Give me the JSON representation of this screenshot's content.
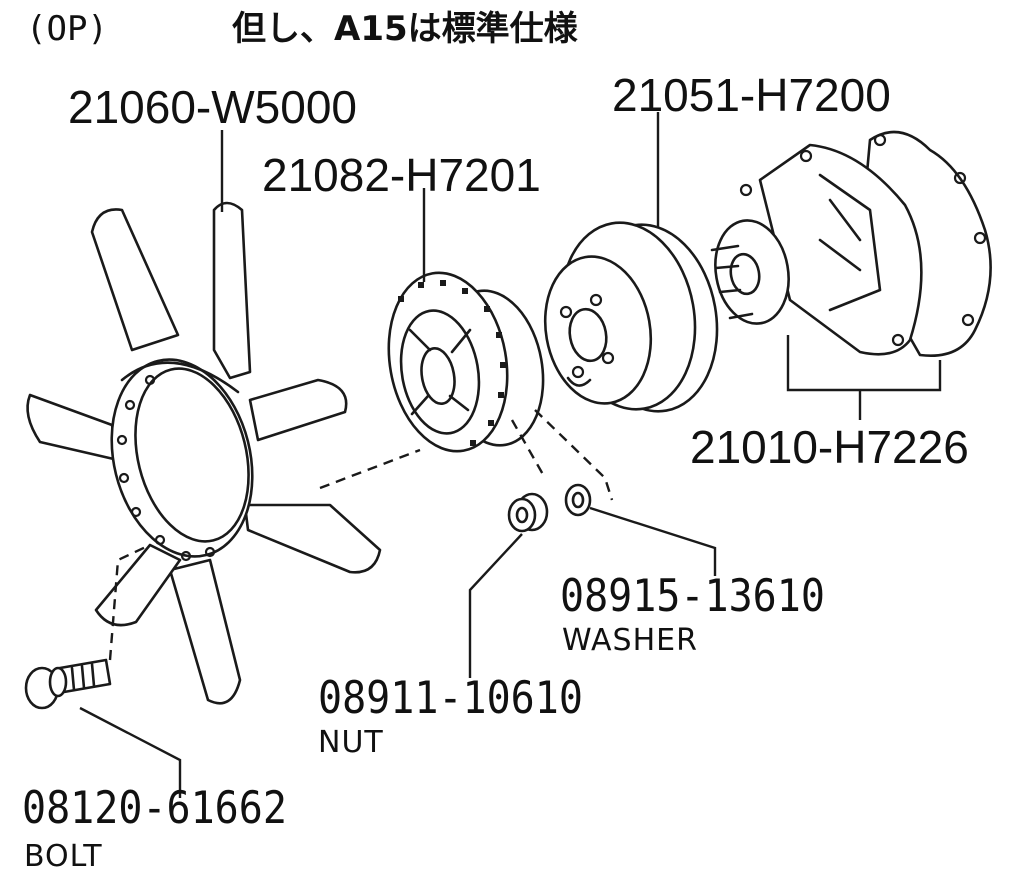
{
  "header": {
    "option_mark": "(OP)",
    "note": "但し、A15は標準仕様"
  },
  "parts": {
    "fan": {
      "number": "21060-W5000"
    },
    "fluid_coupling": {
      "number": "21082-H7201"
    },
    "pulley": {
      "number": "21051-H7200"
    },
    "water_pump": {
      "number": "21010-H7226"
    },
    "washer": {
      "number": "08915-13610",
      "name": "WASHER"
    },
    "nut": {
      "number": "08911-10610",
      "name": "NUT"
    },
    "bolt": {
      "number": "08120-61662",
      "name": "BOLT"
    }
  },
  "icons": [
    "fan-icon",
    "fluid-coupling-icon",
    "pulley-icon",
    "water-pump-icon",
    "washer-icon",
    "nut-icon",
    "bolt-icon"
  ],
  "colors": {
    "ink": "#1a1a1a",
    "paper": "#ffffff"
  }
}
